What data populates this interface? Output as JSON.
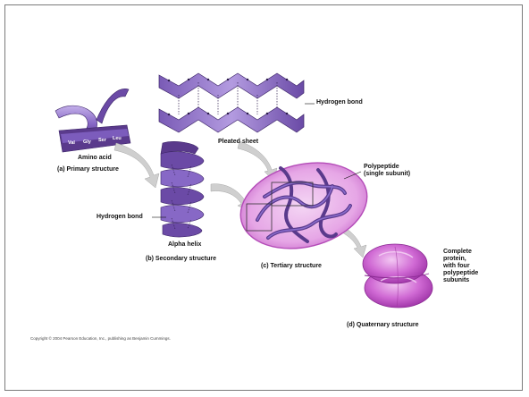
{
  "labels": {
    "amino_acid": "Amino acid",
    "primary": "(a) Primary structure",
    "pleated_sheet": "Pleated sheet",
    "hydrogen_bond_top": "Hydrogen bond",
    "hydrogen_bond_helix": "Hydrogen bond",
    "alpha_helix": "Alpha helix",
    "secondary": "(b) Secondary structure",
    "polypeptide": "Polypeptide\n(single subunit)",
    "tertiary": "(c) Tertiary structure",
    "complete_protein": "Complete\nprotein,\nwith four\npolypeptide\nsubunits",
    "quaternary": "(d) Quaternary structure"
  },
  "amino_acids": [
    "Val",
    "Gly",
    "Ser",
    "Leu"
  ],
  "copyright": "Copyright © 2004 Pearson Education, Inc., publishing as Benjamin Cummings.",
  "colors": {
    "ribbon_dark": "#5a3a8c",
    "ribbon_light": "#a98fd6",
    "protein_magenta": "#c24fc9",
    "arrow_gray": "#c8c8c8"
  }
}
